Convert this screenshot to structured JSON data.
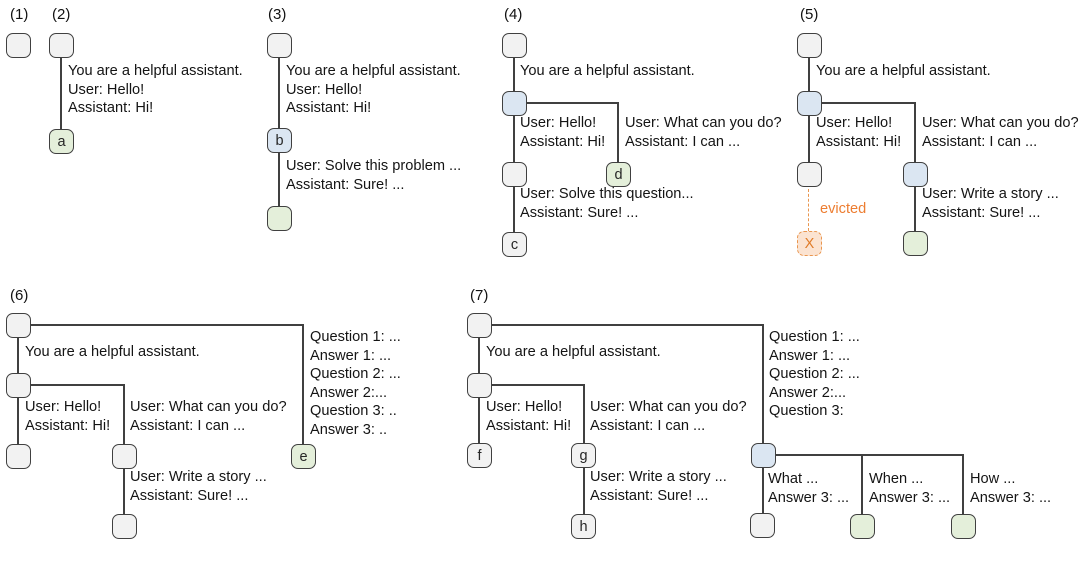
{
  "colors": {
    "node_fill_default": "#f2f2f2",
    "node_fill_active": "#dbe6f2",
    "node_fill_cached": "#e4efda",
    "node_fill_evicted": "#fbe3d1",
    "evicted_accent": "#ed7d31",
    "edge_line": "#404040",
    "text": "#141414"
  },
  "diagrams": {
    "d1": {
      "label": "(1)"
    },
    "d2": {
      "label": "(2)",
      "edge_system_hello": "You are a helpful assistant.\nUser: Hello!\nAssistant: Hi!",
      "node_a": "a"
    },
    "d3": {
      "label": "(3)",
      "edge_system_hello": "You are a helpful assistant.\nUser: Hello!\nAssistant: Hi!",
      "node_b": "b",
      "edge_solve_problem": "User: Solve this problem ...\nAssistant: Sure! ..."
    },
    "d4": {
      "label": "(4)",
      "edge_system": "You are a helpful assistant.",
      "edge_hello": "User: Hello!\nAssistant: Hi!",
      "edge_what_can_you_do": "User: What can you do?\nAssistant: I can ...",
      "edge_solve_question": "User: Solve this question...\nAssistant: Sure! ...",
      "node_c": "c",
      "node_d": "d"
    },
    "d5": {
      "label": "(5)",
      "edge_system": "You are a helpful assistant.",
      "edge_hello": "User: Hello!\nAssistant: Hi!",
      "edge_what_can_you_do": "User: What can you do?\nAssistant: I can ...",
      "edge_write_story": "User: Write a story ...\nAssistant: Sure! ...",
      "evicted_label": "evicted",
      "node_x": "X"
    },
    "d6": {
      "label": "(6)",
      "edge_system": "You are a helpful assistant.",
      "edge_hello": "User: Hello!\nAssistant: Hi!",
      "edge_what_can_you_do": "User: What can you do?\nAssistant: I can ...",
      "edge_write_story": "User: Write a story ...\nAssistant: Sure! ...",
      "edge_few_shot_qa": "Question 1: ...\nAnswer 1: ...\nQuestion 2: ...\nAnswer 2:...\nQuestion 3: ..\nAnswer 3: ..",
      "node_e": "e"
    },
    "d7": {
      "label": "(7)",
      "edge_system": "You are a helpful assistant.",
      "edge_hello": "User: Hello!\nAssistant: Hi!",
      "edge_what_can_you_do": "User: What can you do?\nAssistant: I can ...",
      "edge_write_story": "User: Write a story ...\nAssistant: Sure! ...",
      "edge_few_shot_prefix": "Question 1: ...\nAnswer 1: ...\nQuestion 2: ...\nAnswer 2:...\nQuestion 3:",
      "branch_what": "What ...\nAnswer 3: ...",
      "branch_when": "When ...\nAnswer 3: ...",
      "branch_how": "How ...\nAnswer 3: ...",
      "node_f": "f",
      "node_g": "g",
      "node_h": "h"
    }
  }
}
